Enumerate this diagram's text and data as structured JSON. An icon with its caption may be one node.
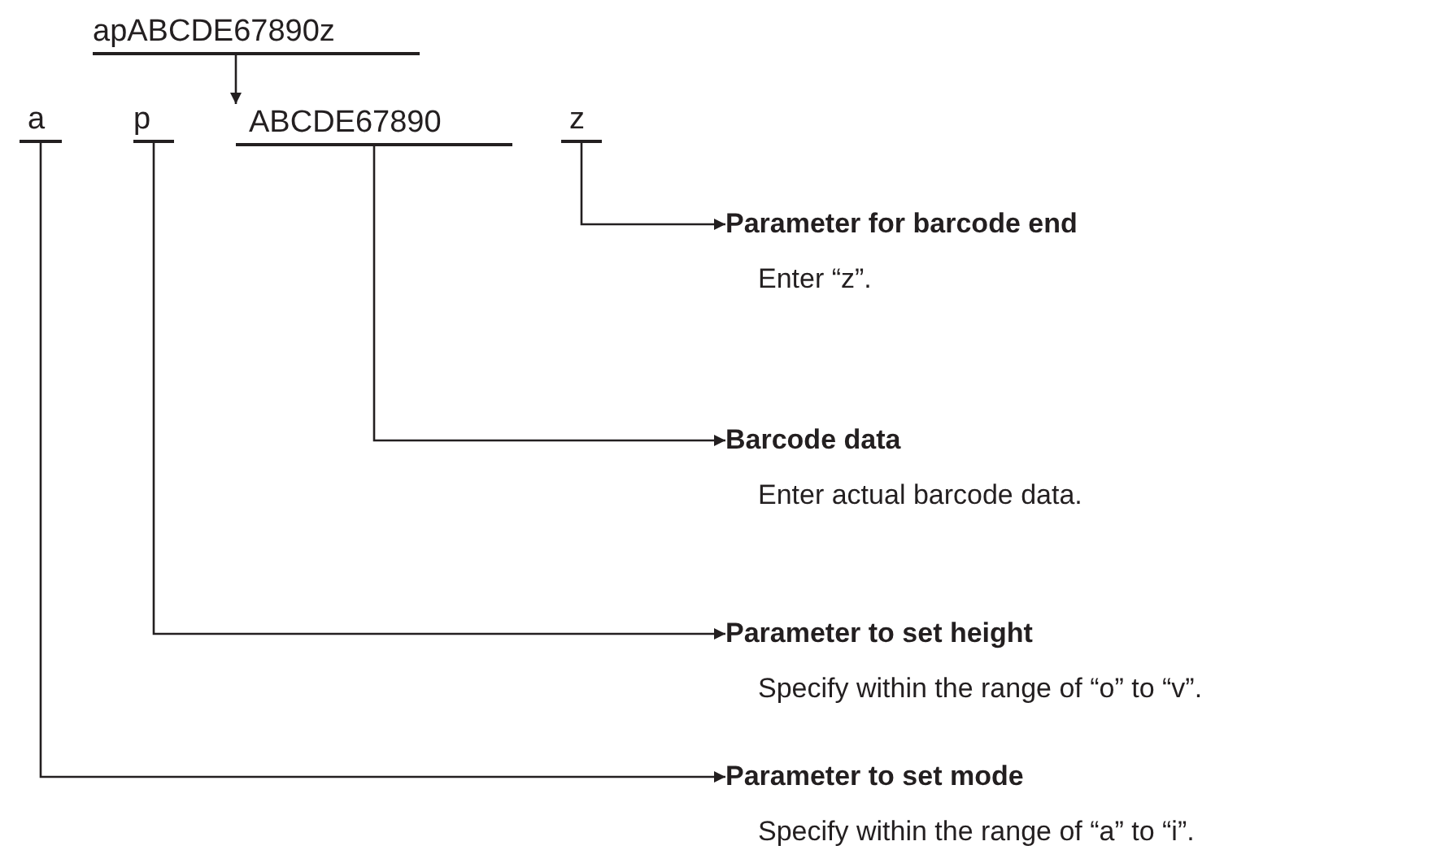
{
  "diagram": {
    "nodes": [
      {
        "text": [
          "apABCDE67890z"
        ]
      },
      {
        "text": [
          "a"
        ]
      },
      {
        "text": [
          "p"
        ]
      },
      {
        "text": [
          "ABCDE67890"
        ]
      },
      {
        "text": [
          "z"
        ]
      },
      {
        "text": [
          "Parameter for barcode end",
          "Enter “z”."
        ]
      },
      {
        "text": [
          "Barcode data",
          "Enter actual barcode data."
        ]
      },
      {
        "text": [
          "Parameter to set height",
          "Specify within the range of “o” to “v”."
        ]
      },
      {
        "text": [
          "Parameter to set mode",
          "Specify within the range of “a” to “i”."
        ]
      }
    ],
    "edges": [
      {
        "from": 0,
        "to": 3,
        "arrow": "to"
      },
      {
        "from": 4,
        "to": 5,
        "arrow": "to"
      },
      {
        "from": 3,
        "to": 6,
        "arrow": "to"
      },
      {
        "from": 2,
        "to": 7,
        "arrow": "to"
      },
      {
        "from": 1,
        "to": 8,
        "arrow": "to"
      }
    ]
  }
}
